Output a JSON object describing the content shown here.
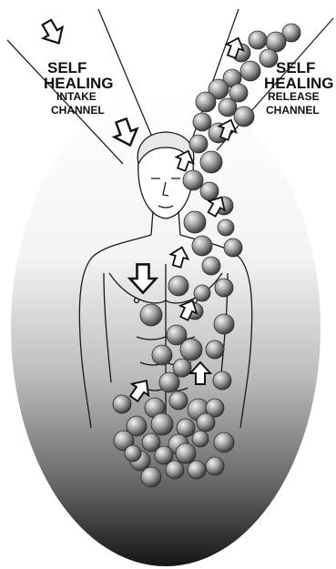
{
  "intake": {
    "line1": "SELF",
    "line2": "HEALING",
    "line3": "INTAKE",
    "line4": "CHANNEL"
  },
  "release": {
    "line1": "SELF",
    "line2": "HEALING",
    "line3": "RELEASE",
    "line4": "CHANNEL"
  },
  "colors": {
    "aura_dark": "#111111",
    "aura_light": "#ffffff",
    "sphere_mid": "#8a8a8a",
    "outline": "#111111"
  }
}
